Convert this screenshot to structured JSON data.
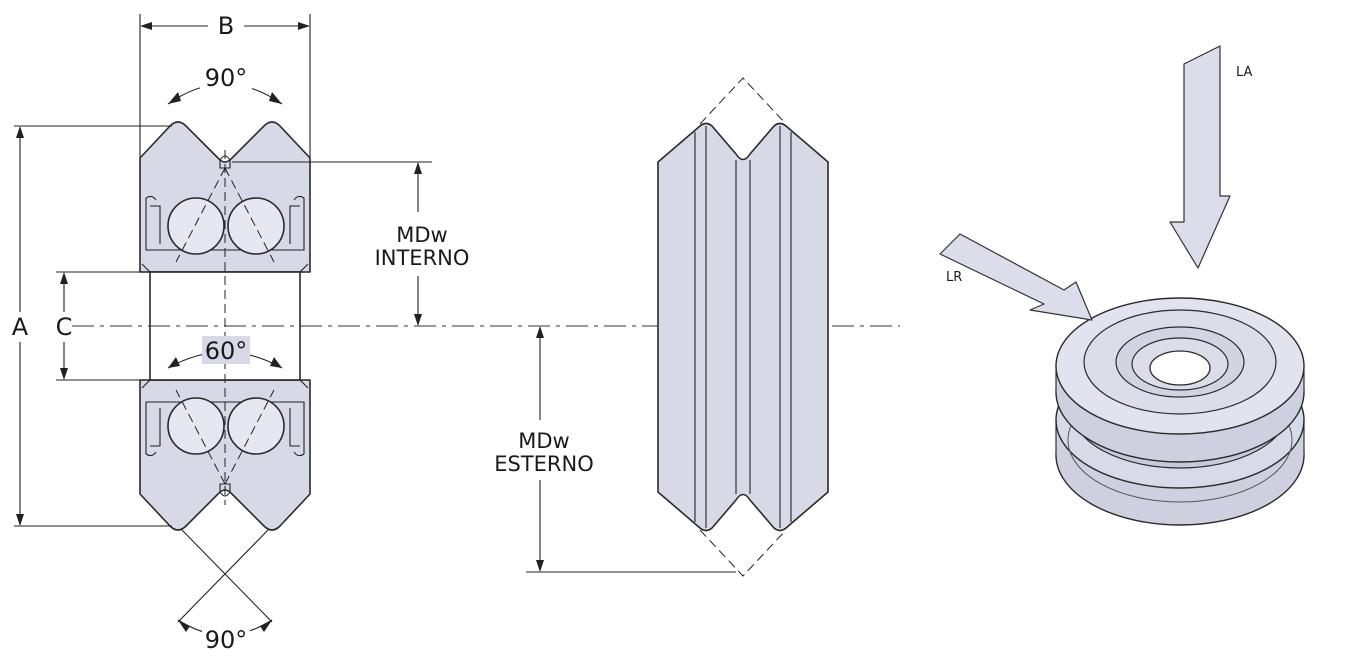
{
  "labels": {
    "dim_b": "B",
    "dim_a": "A",
    "dim_c": "C",
    "angle_top": "90°",
    "angle_inner": "60°",
    "angle_bottom": "90°",
    "mdw_internal_1": "MDw",
    "mdw_internal_2": "INTERNO",
    "mdw_external_1": "MDw",
    "mdw_external_2": "ESTERNO",
    "load_axial": "LA",
    "load_radial": "LR"
  },
  "colors": {
    "part_fill": "#d8d9e7",
    "outline": "#2a2a2a",
    "arrow_fill": "#dcdcea"
  }
}
